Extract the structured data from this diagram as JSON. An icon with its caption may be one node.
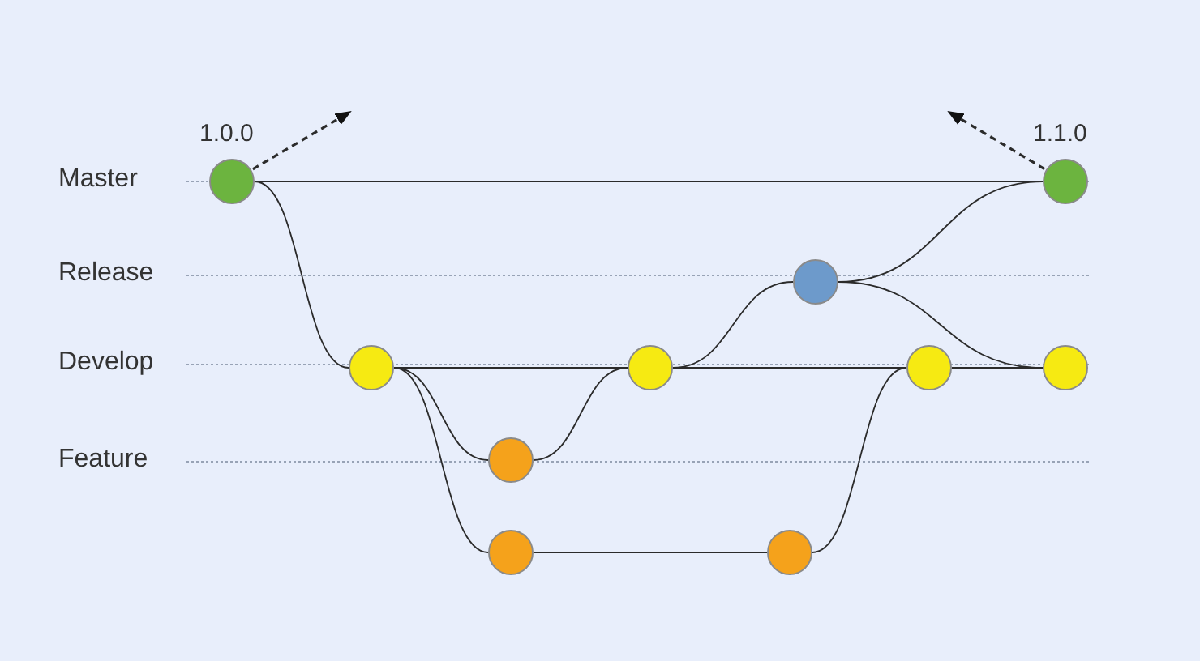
{
  "diagram": {
    "nodes": [
      {
        "text": [],
        "shape": "circle",
        "beside": [
          "1.0.0"
        ]
      },
      {
        "text": [],
        "shape": "circle"
      },
      {
        "text": [],
        "shape": "circle"
      },
      {
        "text": [],
        "shape": "circle"
      },
      {
        "text": [],
        "shape": "circle"
      },
      {
        "text": [],
        "shape": "circle"
      },
      {
        "text": [],
        "shape": "circle"
      },
      {
        "text": [],
        "shape": "circle"
      },
      {
        "text": [],
        "shape": "circle",
        "beside": [
          "1.1.0"
        ]
      },
      {
        "text": [],
        "shape": "circle"
      }
    ],
    "edges": [
      {
        "from": 0,
        "to": 8,
        "arrow": "none"
      },
      {
        "from": 0,
        "to": 1,
        "arrow": "none"
      },
      {
        "from": 1,
        "to": 4,
        "arrow": "none"
      },
      {
        "from": 1,
        "to": 2,
        "arrow": "none"
      },
      {
        "from": 1,
        "to": 3,
        "arrow": "none"
      },
      {
        "from": 2,
        "to": 4,
        "arrow": "none"
      },
      {
        "from": 3,
        "to": 6,
        "arrow": "none"
      },
      {
        "from": 6,
        "to": 7,
        "arrow": "none"
      },
      {
        "from": 4,
        "to": 5,
        "arrow": "none"
      },
      {
        "from": 4,
        "to": 7,
        "arrow": "none"
      },
      {
        "from": 5,
        "to": 8,
        "arrow": "none"
      },
      {
        "from": 5,
        "to": 9,
        "arrow": "none"
      },
      {
        "from": 7,
        "to": 9,
        "arrow": "none"
      },
      {
        "from": 0,
        "to": null,
        "arrow": "to",
        "style": "dashed"
      },
      {
        "from": 8,
        "to": null,
        "arrow": "to",
        "style": "dashed"
      }
    ],
    "labels": [
      "Master",
      "Release",
      "Develop",
      "Feature"
    ]
  }
}
